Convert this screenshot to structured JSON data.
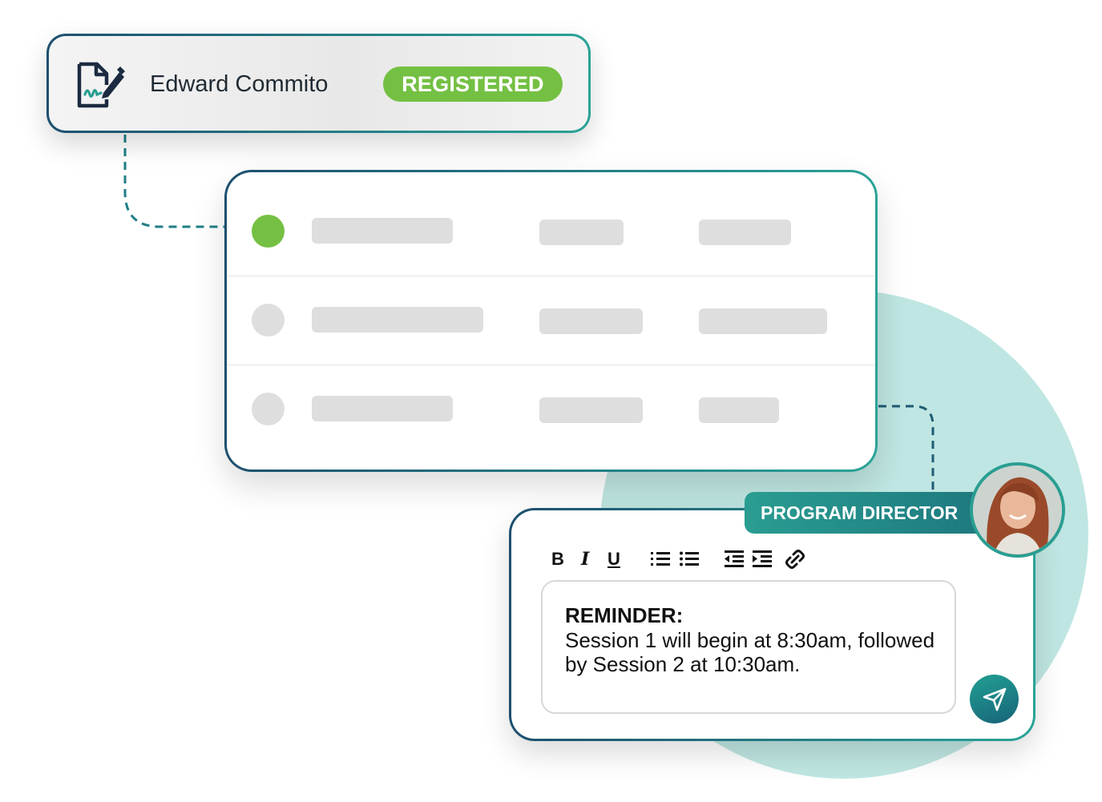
{
  "registration": {
    "name": "Edward Commito",
    "status": "REGISTERED",
    "icon": "signed-document-icon",
    "status_color": "#74c043"
  },
  "list": {
    "rows": [
      {
        "status": "active"
      },
      {
        "status": "inactive"
      },
      {
        "status": "inactive"
      }
    ]
  },
  "message": {
    "role": "PROGRAM DIRECTOR",
    "toolbar": {
      "bold": "B",
      "italic": "I",
      "underline": "U"
    },
    "title": "REMINDER:",
    "body": "Session 1 will begin at 8:30am, followed by Session 2 at 10:30am.",
    "send_icon": "send-icon"
  },
  "colors": {
    "accent_teal": "#2aa397",
    "accent_navy": "#1d4f6e",
    "circle_bg": "#bfe6e2",
    "placeholder": "#dedede"
  }
}
